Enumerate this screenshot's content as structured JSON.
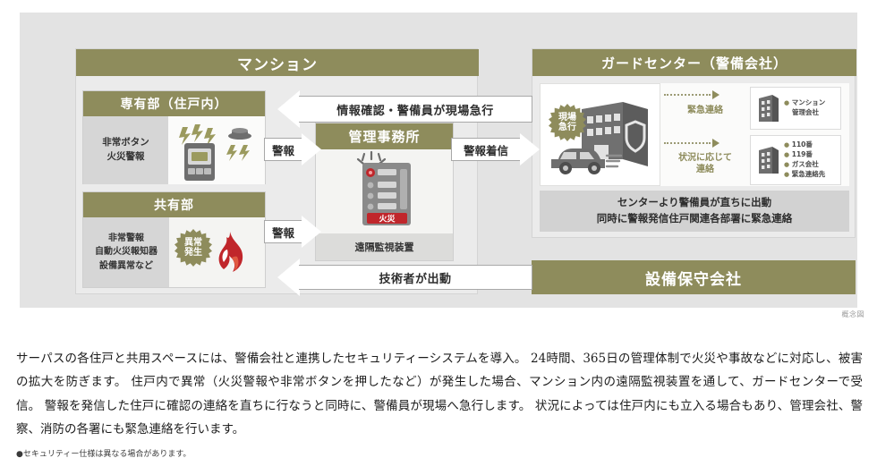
{
  "diagram": {
    "caption": "概念図",
    "mansion": {
      "title": "マンション",
      "senyu": {
        "title": "専有部（住戸内）",
        "labels": [
          "非常ボタン",
          "火災警報"
        ],
        "device_label": "警報"
      },
      "kyoyu": {
        "title": "共有部",
        "labels": [
          "非常警報",
          "自動火災報知器",
          "設備異常など"
        ],
        "burst": "異常\n発生",
        "burst_line1": "異常",
        "burst_line2": "発生"
      }
    },
    "kanri": {
      "title": "管理事務所",
      "panel_alarm": "火災",
      "footer": "遠隔監視装置"
    },
    "guard": {
      "title": "ガードセンター（警備会社）",
      "burst_line1": "現場",
      "burst_line2": "急行",
      "flows": [
        {
          "label": "緊急連絡",
          "dest_lines": [
            "マンション",
            "管理会社"
          ]
        },
        {
          "label": "状況に応じて\n連絡",
          "label_line1": "状況に応じて",
          "label_line2": "連絡",
          "dest_lines": [
            "110番",
            "119番",
            "ガス会社",
            "緊急連絡先"
          ]
        }
      ],
      "footer_line1": "センターより警備員が直ちに出動",
      "footer_line2": "同時に警報発信住戸関連各部署に緊急連絡"
    },
    "setsubi": {
      "title": "設備保守会社"
    },
    "arrows": {
      "info_check": "情報確認・警備員が現場急行",
      "alarm_1": "警報",
      "alarm_2": "警報",
      "alarm_received": "警報着信",
      "technician": "技術者が出動"
    }
  },
  "body": {
    "paragraph": "サーパスの各住戸と共用スペースには、警備会社と連携したセキュリティーシステムを導入。 24時間、365日の管理体制で火災や事故などに対応し、被害の拡大を防ぎます。 住戸内で異常（火災警報や非常ボタンを押したなど）が発生した場合、マンション内の遠隔監視装置を通して、ガードセンターで受信。 警報を発信した住戸に確認の連絡を直ちに行なうと同時に、警備員が現場へ急行します。 状況によっては住戸内にも立入る場合もあり、管理会社、警察、消防の各署にも緊急連絡を行います。",
    "note": "●セキュリティー仕様は異なる場合があります。"
  },
  "colors": {
    "olive": "#8e8c5c",
    "panel_bg": "#e3e3e3",
    "red": "#c0262b"
  }
}
